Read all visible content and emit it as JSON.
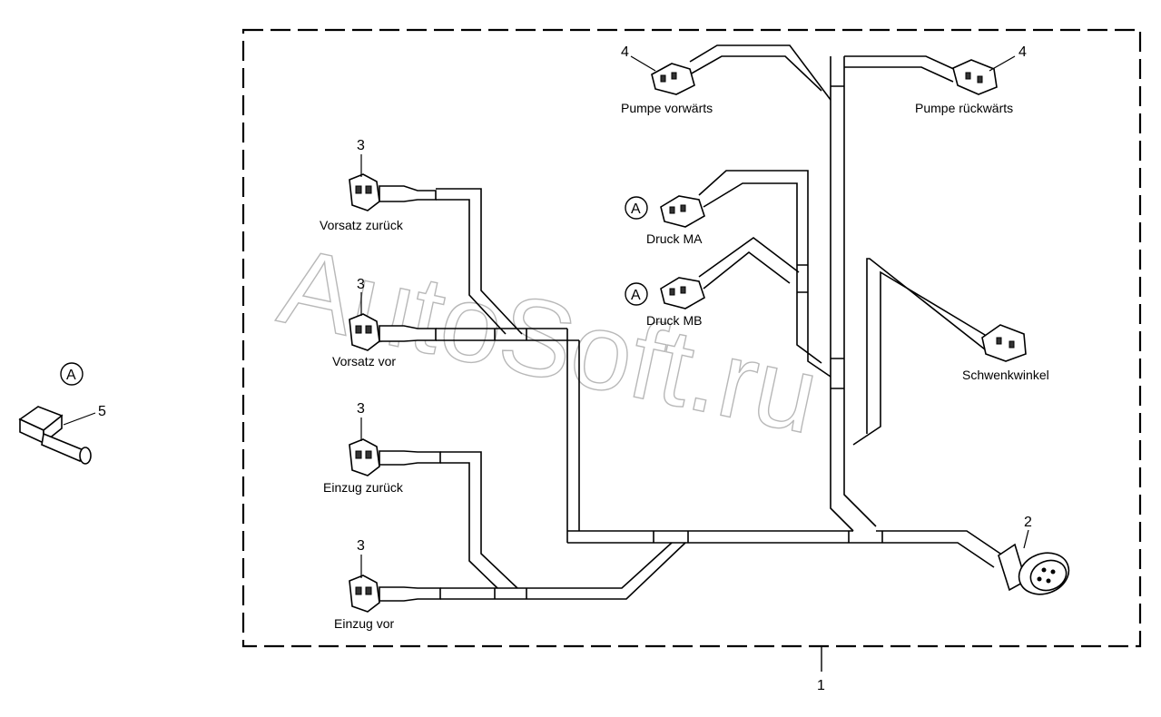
{
  "watermark": "AutoSoft.ru",
  "callouts": {
    "harness": "1",
    "connector_main": "2",
    "sensor_connector": "3",
    "pump_connector": "4",
    "pressure_sensor": "5",
    "detail_a": "A"
  },
  "labels": {
    "pumpe_vorwaerts": "Pumpe vorwärts",
    "pumpe_rueckwaerts": "Pumpe rückwärts",
    "vorsatz_zurueck": "Vorsatz zurück",
    "vorsatz_vor": "Vorsatz vor",
    "einzug_zurueck": "Einzug zurück",
    "einzug_vor": "Einzug vor",
    "druck_ma": "Druck MA",
    "druck_mb": "Druck MB",
    "schwenkwinkel": "Schwenkwinkel"
  }
}
